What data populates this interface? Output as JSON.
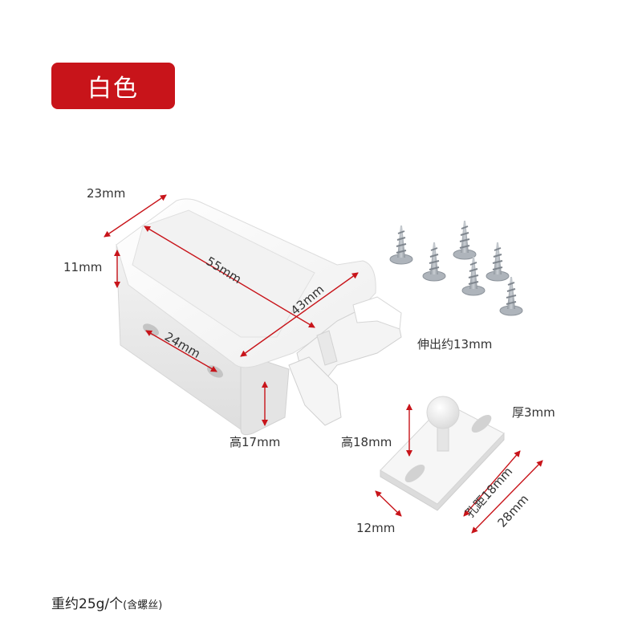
{
  "badge": {
    "label": "白色",
    "color": "#c8141a"
  },
  "dimensions": {
    "width": "23mm",
    "side_height": "11mm",
    "length": "55mm",
    "depth": "43mm",
    "hole_span": "24mm",
    "extension": "伸出约13mm",
    "body_height": "高17mm",
    "striker_height": "高18mm",
    "plate_thickness": "厚3mm",
    "plate_width": "12mm",
    "hole_spacing": "孔距18mm",
    "plate_length": "28mm"
  },
  "weight": {
    "main": "重约25g/个",
    "note": "(含螺丝)"
  },
  "colors": {
    "arrow": "#c8141a",
    "product": "#f7f7f7",
    "screw": "#aeb4bb"
  },
  "icons": [
    "screw-icon"
  ]
}
